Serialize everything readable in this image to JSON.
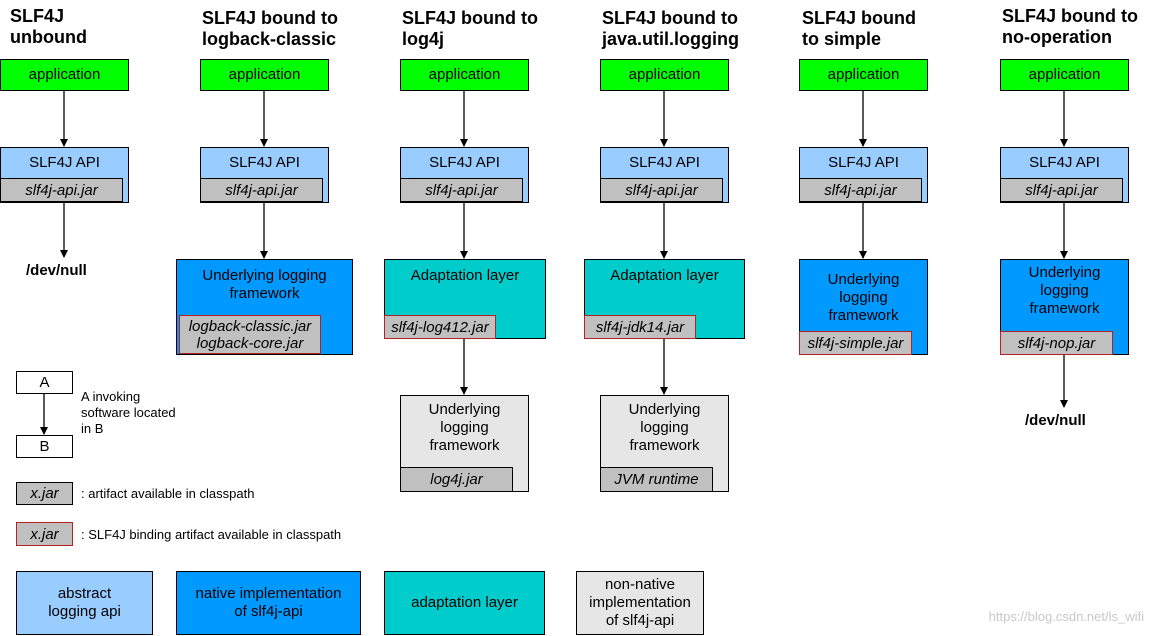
{
  "columns": [
    {
      "title": "SLF4J\nunbound",
      "app": "application",
      "api": "SLF4J API",
      "api_jar": "slf4j-api.jar",
      "dev_null": "/dev/null"
    },
    {
      "title": "SLF4J bound to\nlogback-classic",
      "app": "application",
      "api": "SLF4J API",
      "api_jar": "slf4j-api.jar",
      "framework": "Underlying logging\nframework",
      "binding_jar": "logback-classic.jar\nlogback-core.jar"
    },
    {
      "title": "SLF4J bound to\nlog4j",
      "app": "application",
      "api": "SLF4J API",
      "api_jar": "slf4j-api.jar",
      "adaptation": "Adaptation layer",
      "binding_jar": "slf4j-log412.jar",
      "framework": "Underlying\nlogging\nframework",
      "framework_jar": "log4j.jar"
    },
    {
      "title": "SLF4J bound to\njava.util.logging",
      "app": "application",
      "api": "SLF4J API",
      "api_jar": "slf4j-api.jar",
      "adaptation": "Adaptation layer",
      "binding_jar": "slf4j-jdk14.jar",
      "framework": "Underlying\nlogging\nframework",
      "framework_jar": "JVM runtime"
    },
    {
      "title": "SLF4J bound\nto simple",
      "app": "application",
      "api": "SLF4J API",
      "api_jar": "slf4j-api.jar",
      "framework": "Underlying\nlogging\nframework",
      "binding_jar": "slf4j-simple.jar"
    },
    {
      "title": "SLF4J bound to\nno-operation",
      "app": "application",
      "api": "SLF4J API",
      "api_jar": "slf4j-api.jar",
      "framework": "Underlying\nlogging\nframework",
      "binding_jar": "slf4j-nop.jar",
      "dev_null": "/dev/null"
    }
  ],
  "legend": {
    "a": "A",
    "b": "B",
    "invoke_text": "A invoking\nsoftware located\nin B",
    "jar": "x.jar",
    "jar_text": ": artifact available in classpath",
    "binding_jar": "x.jar",
    "binding_text": ": SLF4J binding artifact available in classpath",
    "abstract": "abstract\nlogging api",
    "native": "native implementation\nof slf4j-api",
    "adaptation": "adaptation layer",
    "nonnative": "non-native\nimplementation\nof slf4j-api"
  },
  "colors": {
    "application": "#00ff00",
    "abstract_api": "#99ccff",
    "native": "#0099ff",
    "adaptation": "#00cccc",
    "non_native": "#e6e6e6",
    "jar": "#c0c0c0",
    "binding_border": "#b22222"
  },
  "watermark": "https://blog.csdn.net/ls_wifi"
}
